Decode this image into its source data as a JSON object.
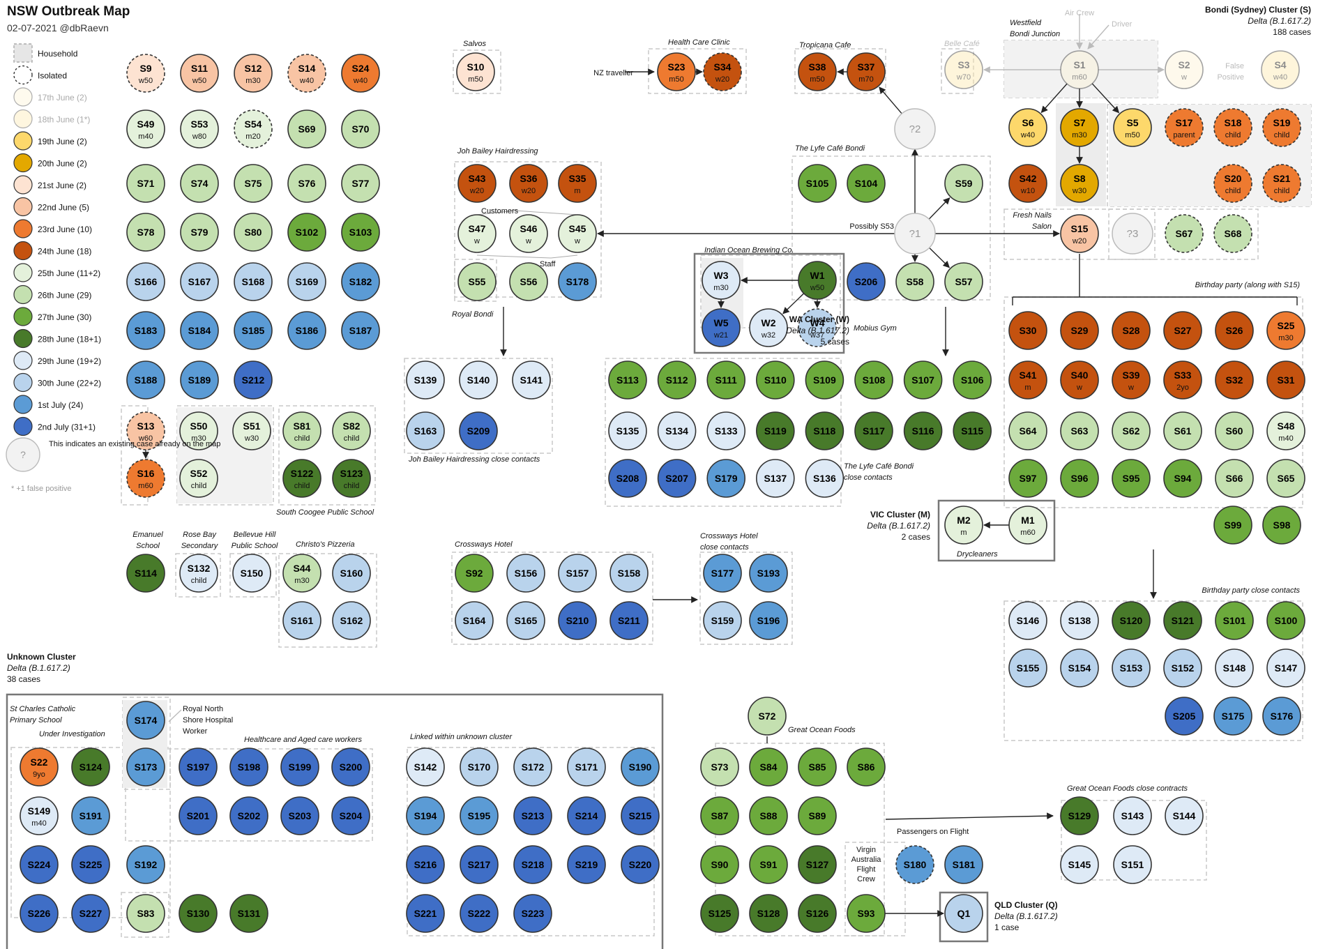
{
  "title": "NSW Outbreak  Map",
  "subtitle": "02-07-2021  @dbRaevn",
  "colors": {
    "17_june": "#fdf3d6",
    "18_june": "#fde9b0",
    "19_june": "#fdd86b",
    "20_june": "#e3a800",
    "21_june": "#fde3d2",
    "22_june": "#f8c4a4",
    "23_june": "#ee7a30",
    "24_june": "#c4520f",
    "25_june": "#e4f1db",
    "26_june": "#c4e0b0",
    "27_june": "#6caa3c",
    "28_june": "#487a2a",
    "29_june": "#deeaf6",
    "30_june": "#b9d3ec",
    "1_july": "#5b9bd5",
    "2_july": "#3f6ec6",
    "unknown": "#f2f2f2",
    "panel": "#f0f0f0"
  },
  "legend": [
    {
      "label": "Household",
      "style": "household"
    },
    {
      "label": "Isolated",
      "style": "isolated"
    },
    {
      "label": "17th June (2)",
      "color": "17_june",
      "faded": true
    },
    {
      "label": "18th June (1*)",
      "color": "18_june",
      "faded": true
    },
    {
      "label": "19th June (2)",
      "color": "19_june"
    },
    {
      "label": "20th June (2)",
      "color": "20_june"
    },
    {
      "label": "21st June (2)",
      "color": "21_june"
    },
    {
      "label": "22nd June (5)",
      "color": "22_june"
    },
    {
      "label": "23rd June (10)",
      "color": "23_june"
    },
    {
      "label": "24th June (18)",
      "color": "24_june"
    },
    {
      "label": "25th June (11+2)",
      "color": "25_june"
    },
    {
      "label": "26th June (29)",
      "color": "26_june"
    },
    {
      "label": "27th June (30)",
      "color": "27_june"
    },
    {
      "label": "28th June (18+1)",
      "color": "28_june"
    },
    {
      "label": "29th June (19+2)",
      "color": "29_june"
    },
    {
      "label": "30th June (22+2)",
      "color": "30_june"
    },
    {
      "label": "1st July (24)",
      "color": "1_july"
    },
    {
      "label": "2nd July (31+1)",
      "color": "2_july"
    }
  ],
  "legend_unknown": {
    "symbol": "?",
    "text": "This indicates an existing case already on the map"
  },
  "legend_footnote": "* +1 false positive",
  "clusters": [
    {
      "name": "Bondi (Sydney) Cluster (S)",
      "variant": "Delta (B.1.617.2)",
      "count": "188 cases"
    },
    {
      "name": "WA Cluster (W)",
      "variant": "Delta (B.1.617.2)",
      "count": "5 cases"
    },
    {
      "name": "VIC Cluster (M)",
      "variant": "Delta (B.1.617.2)",
      "count": "2 cases"
    },
    {
      "name": "Unknown Cluster",
      "variant": "Delta (B.1.617.2)",
      "count": "38 cases"
    },
    {
      "name": "QLD Cluster (Q)",
      "variant": "Delta (B.1.617.2)",
      "count": "1 case"
    }
  ],
  "labels": [
    "Salvos",
    "Health Care Clinic",
    "NZ traveller",
    "Tropicana Cafe",
    "Belle Café",
    "Westfield",
    "Bondi Junction",
    "Air Crew",
    "Driver",
    "False",
    "Positive",
    "Joh Bailey Hairdressing",
    "Customers",
    "Staff",
    "Royal Bondi",
    "The Lyfe Café Bondi",
    "Possibly S53",
    "Fresh Nails",
    "Salon",
    "Indian Ocean Brewing Co.",
    "Mobius Gym",
    "Birthday party (along with S15)",
    "Joh Bailey Hairdressing  close contacts",
    "The Lyfe Café Bondi",
    "close contacts",
    "South Coogee Public School",
    "Drycleaners",
    "Emanuel",
    "School",
    "Rose Bay",
    "Secondary",
    "Bellevue Hill",
    "Public School",
    "Christo's Pizzeria",
    "Crossways Hotel",
    "Crossways Hotel",
    "close contacts",
    "Birthday party close contacts",
    "St Charles Catholic",
    "Primary School",
    "Under Investigation",
    "Royal North",
    "Shore Hospital",
    "Worker",
    "Healthcare and Aged care workers",
    "Linked within unknown cluster",
    "Great Ocean Foods",
    "Great Ocean Foods close contracts",
    "Passengers on Flight",
    "Virgin",
    "Australia",
    "Flight",
    "Crew"
  ],
  "cases": [
    {
      "id": "S9",
      "sub": "w50",
      "c": "21_june",
      "iso": true
    },
    {
      "id": "S11",
      "sub": "w50",
      "c": "22_june"
    },
    {
      "id": "S12",
      "sub": "m30",
      "c": "22_june"
    },
    {
      "id": "S14",
      "sub": "w40",
      "c": "22_june",
      "iso": true
    },
    {
      "id": "S24",
      "sub": "w40",
      "c": "23_june"
    },
    {
      "id": "S49",
      "sub": "m40",
      "c": "25_june"
    },
    {
      "id": "S53",
      "sub": "w80",
      "c": "25_june"
    },
    {
      "id": "S54",
      "sub": "m20",
      "c": "25_june",
      "iso": true
    },
    {
      "id": "S69",
      "c": "26_june"
    },
    {
      "id": "S70",
      "c": "26_june"
    },
    {
      "id": "S71",
      "c": "26_june"
    },
    {
      "id": "S74",
      "c": "26_june"
    },
    {
      "id": "S75",
      "c": "26_june"
    },
    {
      "id": "S76",
      "c": "26_june"
    },
    {
      "id": "S77",
      "c": "26_june"
    },
    {
      "id": "S78",
      "c": "26_june"
    },
    {
      "id": "S79",
      "c": "26_june"
    },
    {
      "id": "S80",
      "c": "26_june"
    },
    {
      "id": "S102",
      "c": "27_june"
    },
    {
      "id": "S103",
      "c": "27_june"
    },
    {
      "id": "S166",
      "c": "30_june"
    },
    {
      "id": "S167",
      "c": "30_june"
    },
    {
      "id": "S168",
      "c": "30_june"
    },
    {
      "id": "S169",
      "c": "30_june"
    },
    {
      "id": "S182",
      "c": "1_july"
    },
    {
      "id": "S183",
      "c": "1_july"
    },
    {
      "id": "S184",
      "c": "1_july"
    },
    {
      "id": "S185",
      "c": "1_july"
    },
    {
      "id": "S186",
      "c": "1_july"
    },
    {
      "id": "S187",
      "c": "1_july"
    },
    {
      "id": "S188",
      "c": "1_july"
    },
    {
      "id": "S189",
      "c": "1_july"
    },
    {
      "id": "S212",
      "c": "2_july"
    },
    {
      "id": "S13",
      "sub": "w60",
      "c": "22_june",
      "iso": true
    },
    {
      "id": "S16",
      "sub": "m60",
      "c": "23_june",
      "iso": true
    },
    {
      "id": "S50",
      "sub": "m30",
      "c": "25_june"
    },
    {
      "id": "S51",
      "sub": "w30",
      "c": "25_june"
    },
    {
      "id": "S52",
      "sub": "child",
      "c": "25_june"
    },
    {
      "id": "S81",
      "sub": "child",
      "c": "26_june"
    },
    {
      "id": "S82",
      "sub": "child",
      "c": "26_june"
    },
    {
      "id": "S122",
      "sub": "child",
      "c": "28_june"
    },
    {
      "id": "S123",
      "sub": "child",
      "c": "28_june"
    },
    {
      "id": "S114",
      "c": "28_june"
    },
    {
      "id": "S132",
      "sub": "child",
      "c": "29_june"
    },
    {
      "id": "S150",
      "c": "29_june"
    },
    {
      "id": "S44",
      "sub": "m30",
      "c": "26_june"
    },
    {
      "id": "S160",
      "c": "30_june"
    },
    {
      "id": "S161",
      "c": "30_june"
    },
    {
      "id": "S162",
      "c": "30_june"
    },
    {
      "id": "S10",
      "sub": "m50",
      "c": "21_june"
    },
    {
      "id": "S23",
      "sub": "m50",
      "c": "23_june"
    },
    {
      "id": "S34",
      "sub": "w20",
      "c": "24_june",
      "iso": true
    },
    {
      "id": "S38",
      "sub": "m50",
      "c": "24_june"
    },
    {
      "id": "S37",
      "sub": "m70",
      "c": "24_june"
    },
    {
      "id": "?2",
      "c": "unknown",
      "unk": true
    },
    {
      "id": "?1",
      "c": "unknown",
      "unk": true
    },
    {
      "id": "?3",
      "c": "unknown",
      "unk": true
    },
    {
      "id": "S3",
      "sub": "w70",
      "c": "18_june",
      "faded": true
    },
    {
      "id": "S1",
      "sub": "m60",
      "c": "17_june",
      "faded": true
    },
    {
      "id": "S2",
      "sub": "w",
      "c": "17_june",
      "faded": true
    },
    {
      "id": "S4",
      "sub": "w40",
      "c": "18_june",
      "faded": true
    },
    {
      "id": "S6",
      "sub": "w40",
      "c": "19_june"
    },
    {
      "id": "S7",
      "sub": "m30",
      "c": "20_june"
    },
    {
      "id": "S5",
      "sub": "m50",
      "c": "19_june"
    },
    {
      "id": "S8",
      "sub": "w30",
      "c": "20_june"
    },
    {
      "id": "S42",
      "sub": "w10",
      "c": "24_june"
    },
    {
      "id": "S17",
      "sub": "parent",
      "c": "23_june",
      "iso": true
    },
    {
      "id": "S18",
      "sub": "child",
      "c": "23_june",
      "iso": true
    },
    {
      "id": "S19",
      "sub": "child",
      "c": "23_june",
      "iso": true
    },
    {
      "id": "S20",
      "sub": "child",
      "c": "23_june",
      "iso": true
    },
    {
      "id": "S21",
      "sub": "child",
      "c": "23_june",
      "iso": true
    },
    {
      "id": "S15",
      "sub": "w20",
      "c": "22_june"
    },
    {
      "id": "S67",
      "c": "26_june",
      "iso": true
    },
    {
      "id": "S68",
      "c": "26_june",
      "iso": true
    },
    {
      "id": "S43",
      "sub": "w20",
      "c": "24_june"
    },
    {
      "id": "S36",
      "sub": "w20",
      "c": "24_june"
    },
    {
      "id": "S35",
      "sub": "m",
      "c": "24_june"
    },
    {
      "id": "S47",
      "sub": "w",
      "c": "25_june"
    },
    {
      "id": "S46",
      "sub": "w",
      "c": "25_june"
    },
    {
      "id": "S45",
      "sub": "w",
      "c": "25_june"
    },
    {
      "id": "S55",
      "c": "26_june"
    },
    {
      "id": "S56",
      "c": "26_june"
    },
    {
      "id": "S178",
      "c": "1_july"
    },
    {
      "id": "S105",
      "c": "27_june"
    },
    {
      "id": "S104",
      "c": "27_june"
    },
    {
      "id": "S59",
      "c": "26_june"
    },
    {
      "id": "S58",
      "c": "26_june"
    },
    {
      "id": "S57",
      "c": "26_june"
    },
    {
      "id": "S206",
      "c": "2_july"
    },
    {
      "id": "W3",
      "sub": "m30",
      "c": "29_june"
    },
    {
      "id": "W1",
      "sub": "w50",
      "c": "28_june"
    },
    {
      "id": "W5",
      "sub": "w21",
      "c": "2_july"
    },
    {
      "id": "W2",
      "sub": "w32",
      "c": "29_june"
    },
    {
      "id": "W4",
      "sub": "w37",
      "c": "30_june",
      "iso": true
    },
    {
      "id": "S139",
      "c": "29_june"
    },
    {
      "id": "S140",
      "c": "29_june"
    },
    {
      "id": "S141",
      "c": "29_june"
    },
    {
      "id": "S163",
      "c": "30_june"
    },
    {
      "id": "S209",
      "c": "2_july"
    },
    {
      "id": "S113",
      "c": "27_june"
    },
    {
      "id": "S112",
      "c": "27_june"
    },
    {
      "id": "S111",
      "c": "27_june"
    },
    {
      "id": "S110",
      "c": "27_june"
    },
    {
      "id": "S109",
      "c": "27_june"
    },
    {
      "id": "S108",
      "c": "27_june"
    },
    {
      "id": "S107",
      "c": "27_june"
    },
    {
      "id": "S106",
      "c": "27_june"
    },
    {
      "id": "S135",
      "c": "29_june"
    },
    {
      "id": "S134",
      "c": "29_june"
    },
    {
      "id": "S133",
      "c": "29_june"
    },
    {
      "id": "S119",
      "c": "28_june"
    },
    {
      "id": "S118",
      "c": "28_june"
    },
    {
      "id": "S117",
      "c": "28_june"
    },
    {
      "id": "S116",
      "c": "28_june"
    },
    {
      "id": "S115",
      "c": "28_june"
    },
    {
      "id": "S208",
      "c": "2_july"
    },
    {
      "id": "S207",
      "c": "2_july"
    },
    {
      "id": "S179",
      "c": "1_july"
    },
    {
      "id": "S137",
      "c": "29_june"
    },
    {
      "id": "S136",
      "c": "29_june"
    },
    {
      "id": "S30",
      "c": "24_june"
    },
    {
      "id": "S29",
      "c": "24_june"
    },
    {
      "id": "S28",
      "c": "24_june"
    },
    {
      "id": "S27",
      "c": "24_june"
    },
    {
      "id": "S26",
      "c": "24_june"
    },
    {
      "id": "S25",
      "sub": "m30",
      "c": "23_june"
    },
    {
      "id": "S41",
      "sub": "m",
      "c": "24_june"
    },
    {
      "id": "S40",
      "sub": "w",
      "c": "24_june"
    },
    {
      "id": "S39",
      "sub": "w",
      "c": "24_june"
    },
    {
      "id": "S33",
      "sub": "2yo",
      "c": "24_june"
    },
    {
      "id": "S32",
      "c": "24_june"
    },
    {
      "id": "S31",
      "c": "24_june"
    },
    {
      "id": "S64",
      "c": "26_june"
    },
    {
      "id": "S63",
      "c": "26_june"
    },
    {
      "id": "S62",
      "c": "26_june"
    },
    {
      "id": "S61",
      "c": "26_june"
    },
    {
      "id": "S60",
      "c": "26_june"
    },
    {
      "id": "S48",
      "sub": "m40",
      "c": "25_june"
    },
    {
      "id": "S97",
      "c": "27_june"
    },
    {
      "id": "S96",
      "c": "27_june"
    },
    {
      "id": "S95",
      "c": "27_june"
    },
    {
      "id": "S94",
      "c": "27_june"
    },
    {
      "id": "S66",
      "c": "26_june"
    },
    {
      "id": "S65",
      "c": "26_june"
    },
    {
      "id": "S99",
      "c": "27_june"
    },
    {
      "id": "S98",
      "c": "27_june"
    },
    {
      "id": "M2",
      "sub": "m",
      "c": "25_june"
    },
    {
      "id": "M1",
      "sub": "m60",
      "c": "25_june"
    },
    {
      "id": "S92",
      "c": "27_june"
    },
    {
      "id": "S156",
      "c": "30_june"
    },
    {
      "id": "S157",
      "c": "30_june"
    },
    {
      "id": "S158",
      "c": "30_june"
    },
    {
      "id": "S164",
      "c": "30_june"
    },
    {
      "id": "S165",
      "c": "30_june"
    },
    {
      "id": "S210",
      "c": "2_july"
    },
    {
      "id": "S211",
      "c": "2_july"
    },
    {
      "id": "S177",
      "c": "1_july"
    },
    {
      "id": "S193",
      "c": "1_july"
    },
    {
      "id": "S159",
      "c": "30_june"
    },
    {
      "id": "S196",
      "c": "1_july"
    },
    {
      "id": "S146",
      "c": "29_june"
    },
    {
      "id": "S138",
      "c": "29_june"
    },
    {
      "id": "S120",
      "c": "28_june"
    },
    {
      "id": "S121",
      "c": "28_june"
    },
    {
      "id": "S101",
      "c": "27_june"
    },
    {
      "id": "S100",
      "c": "27_june"
    },
    {
      "id": "S155",
      "c": "30_june"
    },
    {
      "id": "S154",
      "c": "30_june"
    },
    {
      "id": "S153",
      "c": "30_june"
    },
    {
      "id": "S152",
      "c": "30_june"
    },
    {
      "id": "S148",
      "c": "29_june"
    },
    {
      "id": "S147",
      "c": "29_june"
    },
    {
      "id": "S205",
      "c": "2_july"
    },
    {
      "id": "S175",
      "c": "1_july"
    },
    {
      "id": "S176",
      "c": "1_july"
    },
    {
      "id": "S174",
      "c": "1_july"
    },
    {
      "id": "S22",
      "sub": "9yo",
      "c": "23_june"
    },
    {
      "id": "S124",
      "c": "28_june"
    },
    {
      "id": "S173",
      "c": "1_july"
    },
    {
      "id": "S197",
      "c": "2_july"
    },
    {
      "id": "S198",
      "c": "2_july"
    },
    {
      "id": "S199",
      "c": "2_july"
    },
    {
      "id": "S200",
      "c": "2_july"
    },
    {
      "id": "S149",
      "sub": "m40",
      "c": "29_june"
    },
    {
      "id": "S191",
      "c": "1_july"
    },
    {
      "id": "S201",
      "c": "2_july"
    },
    {
      "id": "S202",
      "c": "2_july"
    },
    {
      "id": "S203",
      "c": "2_july"
    },
    {
      "id": "S204",
      "c": "2_july"
    },
    {
      "id": "S224",
      "c": "2_july"
    },
    {
      "id": "S225",
      "c": "2_july"
    },
    {
      "id": "S192",
      "c": "1_july"
    },
    {
      "id": "S226",
      "c": "2_july"
    },
    {
      "id": "S227",
      "c": "2_july"
    },
    {
      "id": "S83",
      "c": "26_june"
    },
    {
      "id": "S130",
      "c": "28_june"
    },
    {
      "id": "S131",
      "c": "28_june"
    },
    {
      "id": "S142",
      "c": "29_june"
    },
    {
      "id": "S170",
      "c": "30_june"
    },
    {
      "id": "S172",
      "c": "30_june"
    },
    {
      "id": "S171",
      "c": "30_june"
    },
    {
      "id": "S190",
      "c": "1_july"
    },
    {
      "id": "S194",
      "c": "1_july"
    },
    {
      "id": "S195",
      "c": "1_july"
    },
    {
      "id": "S213",
      "c": "2_july"
    },
    {
      "id": "S214",
      "c": "2_july"
    },
    {
      "id": "S215",
      "c": "2_july"
    },
    {
      "id": "S216",
      "c": "2_july"
    },
    {
      "id": "S217",
      "c": "2_july"
    },
    {
      "id": "S218",
      "c": "2_july"
    },
    {
      "id": "S219",
      "c": "2_july"
    },
    {
      "id": "S220",
      "c": "2_july"
    },
    {
      "id": "S221",
      "c": "2_july"
    },
    {
      "id": "S222",
      "c": "2_july"
    },
    {
      "id": "S223",
      "c": "2_july"
    },
    {
      "id": "S72",
      "c": "26_june"
    },
    {
      "id": "S73",
      "c": "26_june"
    },
    {
      "id": "S84",
      "c": "27_june"
    },
    {
      "id": "S85",
      "c": "27_june"
    },
    {
      "id": "S86",
      "c": "27_june"
    },
    {
      "id": "S87",
      "c": "27_june"
    },
    {
      "id": "S88",
      "c": "27_june"
    },
    {
      "id": "S89",
      "c": "27_june"
    },
    {
      "id": "S90",
      "c": "27_june"
    },
    {
      "id": "S91",
      "c": "27_june"
    },
    {
      "id": "S127",
      "c": "28_june"
    },
    {
      "id": "S125",
      "c": "28_june"
    },
    {
      "id": "S128",
      "c": "28_june"
    },
    {
      "id": "S126",
      "c": "28_june"
    },
    {
      "id": "S93",
      "c": "27_june"
    },
    {
      "id": "S180",
      "c": "1_july",
      "iso": true
    },
    {
      "id": "S181",
      "c": "1_july"
    },
    {
      "id": "Q1",
      "c": "30_june"
    },
    {
      "id": "S129",
      "c": "28_june"
    },
    {
      "id": "S143",
      "c": "29_june"
    },
    {
      "id": "S144",
      "c": "29_june"
    },
    {
      "id": "S145",
      "c": "29_june"
    },
    {
      "id": "S151",
      "c": "29_june"
    }
  ]
}
